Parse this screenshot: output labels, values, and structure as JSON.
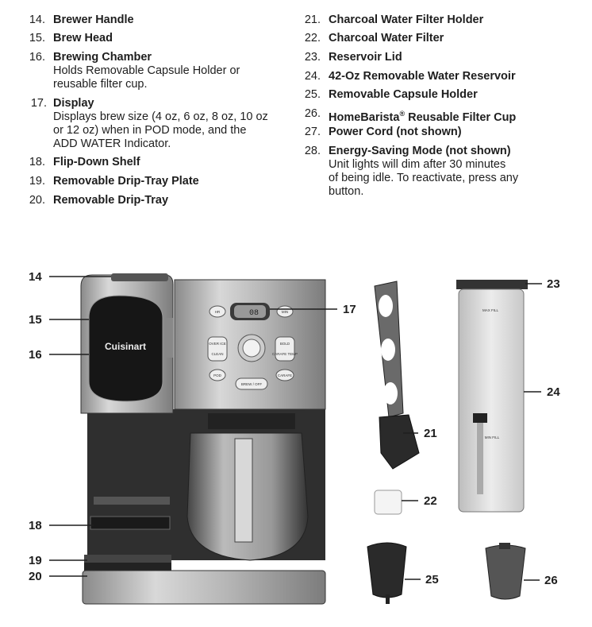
{
  "left_list": [
    {
      "num": "14.",
      "label": "Brewer Handle"
    },
    {
      "num": "15.",
      "label": "Brew Head"
    },
    {
      "num": "16.",
      "label": "Brewing Chamber",
      "desc": [
        "Holds Removable Capsule Holder or",
        "reusable filter cup."
      ]
    },
    {
      "num": "17.",
      "label": "Display",
      "desc": [
        "Displays brew size (4 oz, 6 oz, 8 oz, 10 oz",
        "or 12 oz) when in POD mode, and the",
        "ADD WATER Indicator."
      ]
    },
    {
      "num": "18.",
      "label": "Flip-Down Shelf"
    },
    {
      "num": "19.",
      "label": "Removable Drip-Tray Plate"
    },
    {
      "num": "20.",
      "label": "Removable Drip-Tray"
    }
  ],
  "right_list": [
    {
      "num": "21.",
      "label": "Charcoal Water Filter Holder"
    },
    {
      "num": "22.",
      "label": "Charcoal Water Filter"
    },
    {
      "num": "23.",
      "label": "Reservoir Lid"
    },
    {
      "num": "24.",
      "label": "42-Oz Removable Water Reservoir"
    },
    {
      "num": "25.",
      "label": "Removable Capsule Holder"
    },
    {
      "num": "26.",
      "label": "HomeBarista",
      "sup": "®",
      "label_rest": " Reusable Filter Cup"
    },
    {
      "num": "27.",
      "label": "Power Cord (not shown)"
    },
    {
      "num": "28.",
      "label": "Energy-Saving Mode (not shown)",
      "desc": [
        "Unit lights will dim after 30 minutes",
        "of being idle. To reactivate, press any",
        "button."
      ]
    }
  ],
  "callouts": {
    "c14": "14",
    "c15": "15",
    "c16": "16",
    "c17": "17",
    "c18": "18",
    "c19": "19",
    "c20": "20",
    "c21": "21",
    "c22": "22",
    "c23": "23",
    "c24": "24",
    "c25": "25",
    "c26": "26"
  },
  "machine": {
    "brand": "Cuisinart",
    "display_value": "08",
    "buttons": {
      "hr": "HR",
      "min": "MIN",
      "over_ice": "OVER ICE",
      "clean": "CLEAN",
      "bold": "BOLD",
      "carafe_temp": "CARAFE TEMP",
      "pod": "POD",
      "carafe": "CARAFE",
      "brew_off": "BREW / OFF"
    },
    "reservoir_max": "MAX FILL",
    "reservoir_min": "MIN FILL"
  }
}
